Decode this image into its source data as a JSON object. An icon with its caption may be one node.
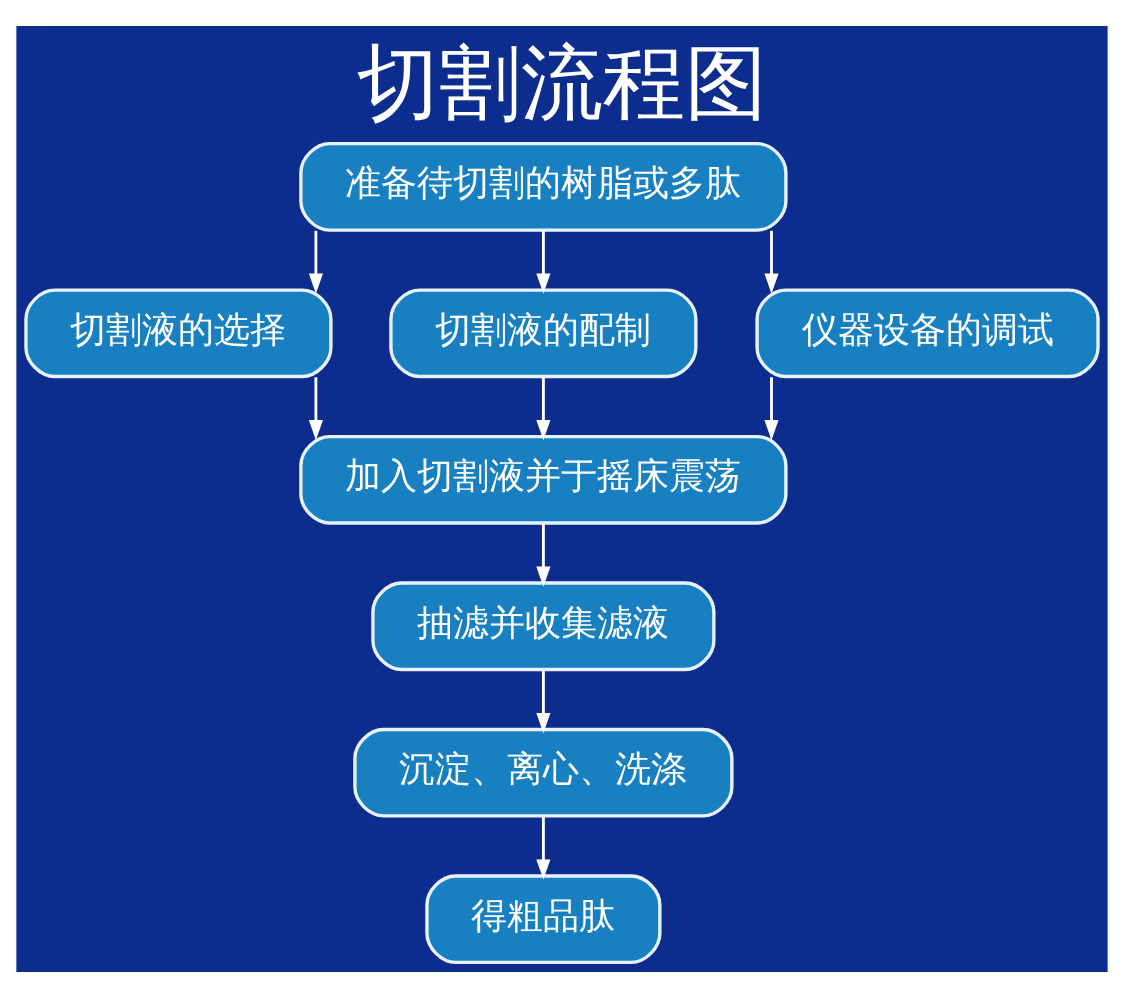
{
  "diagram": {
    "title": "切割流程图",
    "nodes": [
      {
        "text": [
          "准备待切割的树脂或多肽"
        ]
      },
      {
        "text": [
          "切割液的选择"
        ]
      },
      {
        "text": [
          "切割液的配制"
        ]
      },
      {
        "text": [
          "仪器设备的调试"
        ]
      },
      {
        "text": [
          "加入切割液并于摇床震荡"
        ]
      },
      {
        "text": [
          "抽滤并收集滤液"
        ]
      },
      {
        "text": [
          "沉淀、离心、洗涤"
        ]
      },
      {
        "text": [
          "得粗品肽"
        ]
      }
    ],
    "edges": [
      {
        "from": 0,
        "to": 1,
        "arrow": "to"
      },
      {
        "from": 0,
        "to": 2,
        "arrow": "to"
      },
      {
        "from": 0,
        "to": 3,
        "arrow": "to"
      },
      {
        "from": 1,
        "to": 4,
        "arrow": "to"
      },
      {
        "from": 2,
        "to": 4,
        "arrow": "to"
      },
      {
        "from": 3,
        "to": 4,
        "arrow": "to"
      },
      {
        "from": 4,
        "to": 5,
        "arrow": "to"
      },
      {
        "from": 5,
        "to": 6,
        "arrow": "to"
      },
      {
        "from": 6,
        "to": 7,
        "arrow": "to"
      }
    ]
  }
}
